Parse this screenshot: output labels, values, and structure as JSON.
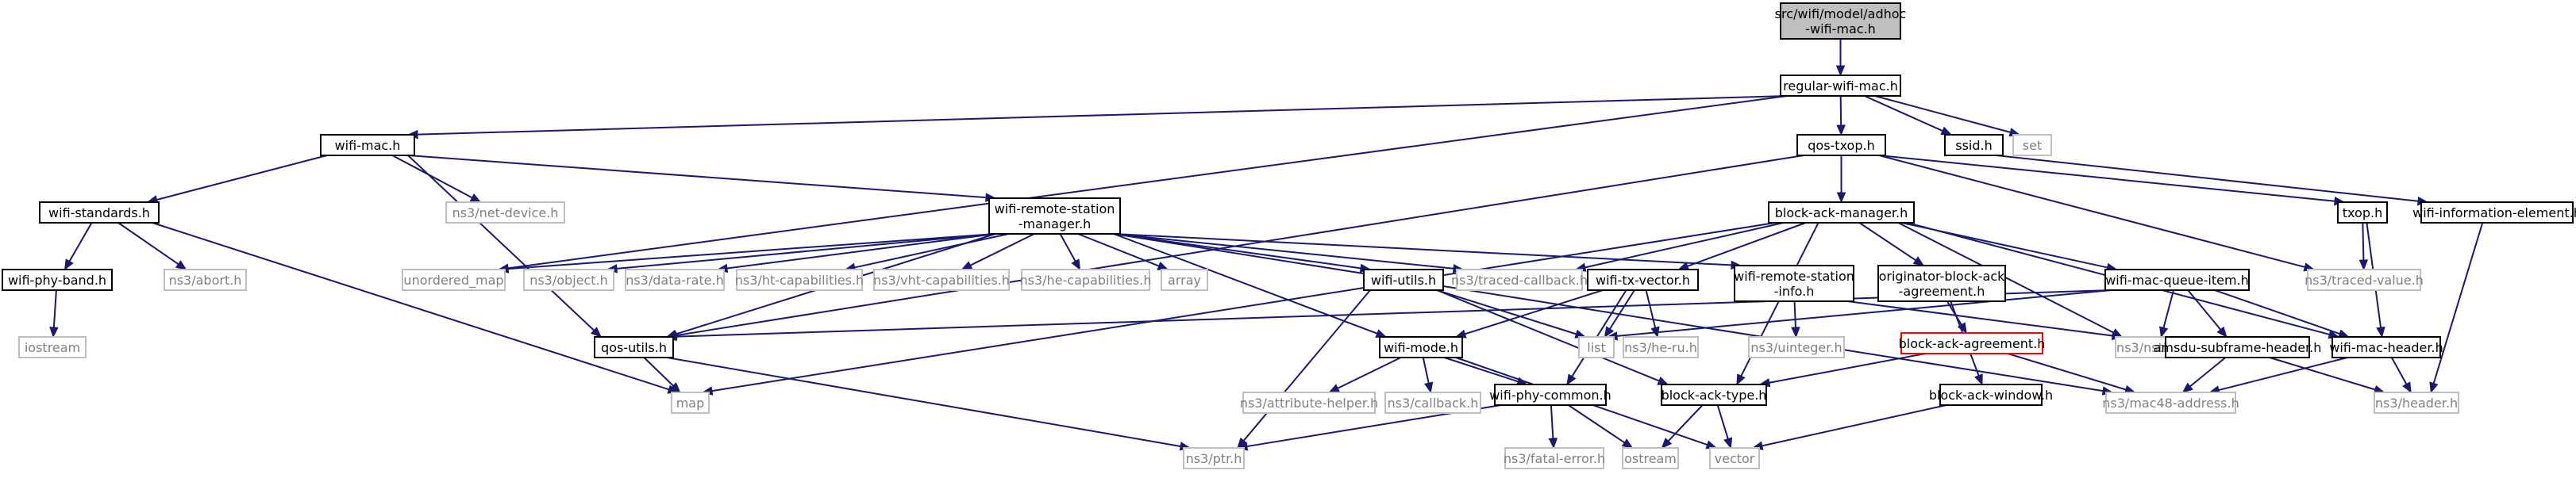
{
  "nodes": [
    {
      "id": "adhoc",
      "lines": [
        "src/wifi/model/adhoc",
        "-wifi-mac.h"
      ],
      "kind": "root"
    },
    {
      "id": "regular",
      "lines": [
        "regular-wifi-mac.h"
      ],
      "kind": "dep"
    },
    {
      "id": "wifimac",
      "lines": [
        "wifi-mac.h"
      ],
      "kind": "dep"
    },
    {
      "id": "qostxop",
      "lines": [
        "qos-txop.h"
      ],
      "kind": "dep"
    },
    {
      "id": "ssid",
      "lines": [
        "ssid.h"
      ],
      "kind": "dep"
    },
    {
      "id": "set",
      "lines": [
        "set"
      ],
      "kind": "ext"
    },
    {
      "id": "wifistd",
      "lines": [
        "wifi-standards.h"
      ],
      "kind": "dep"
    },
    {
      "id": "netdevice",
      "lines": [
        "ns3/net-device.h"
      ],
      "kind": "ext"
    },
    {
      "id": "wrsm",
      "lines": [
        "wifi-remote-station",
        "-manager.h"
      ],
      "kind": "dep"
    },
    {
      "id": "bam",
      "lines": [
        "block-ack-manager.h"
      ],
      "kind": "dep"
    },
    {
      "id": "txop",
      "lines": [
        "txop.h"
      ],
      "kind": "dep"
    },
    {
      "id": "wie",
      "lines": [
        "wifi-information-element.h"
      ],
      "kind": "dep"
    },
    {
      "id": "phyband",
      "lines": [
        "wifi-phy-band.h"
      ],
      "kind": "dep"
    },
    {
      "id": "abort",
      "lines": [
        "ns3/abort.h"
      ],
      "kind": "ext"
    },
    {
      "id": "umap",
      "lines": [
        "unordered_map"
      ],
      "kind": "ext"
    },
    {
      "id": "object",
      "lines": [
        "ns3/object.h"
      ],
      "kind": "ext"
    },
    {
      "id": "datarate",
      "lines": [
        "ns3/data-rate.h"
      ],
      "kind": "ext"
    },
    {
      "id": "htcap",
      "lines": [
        "ns3/ht-capabilities.h"
      ],
      "kind": "ext"
    },
    {
      "id": "vhtcap",
      "lines": [
        "ns3/vht-capabilities.h"
      ],
      "kind": "ext"
    },
    {
      "id": "hecap",
      "lines": [
        "ns3/he-capabilities.h"
      ],
      "kind": "ext"
    },
    {
      "id": "array",
      "lines": [
        "array"
      ],
      "kind": "ext"
    },
    {
      "id": "wifiutils",
      "lines": [
        "wifi-utils.h"
      ],
      "kind": "dep"
    },
    {
      "id": "tracedcb",
      "lines": [
        "ns3/traced-callback.h"
      ],
      "kind": "ext"
    },
    {
      "id": "txvector",
      "lines": [
        "wifi-tx-vector.h"
      ],
      "kind": "dep"
    },
    {
      "id": "wrsinfo",
      "lines": [
        "wifi-remote-station",
        "-info.h"
      ],
      "kind": "dep"
    },
    {
      "id": "oba",
      "lines": [
        "originator-block-ack",
        "-agreement.h"
      ],
      "kind": "dep"
    },
    {
      "id": "mqi",
      "lines": [
        "wifi-mac-queue-item.h"
      ],
      "kind": "dep"
    },
    {
      "id": "tracedval",
      "lines": [
        "ns3/traced-value.h"
      ],
      "kind": "ext"
    },
    {
      "id": "iostream",
      "lines": [
        "iostream"
      ],
      "kind": "ext"
    },
    {
      "id": "qosutils",
      "lines": [
        "qos-utils.h"
      ],
      "kind": "dep"
    },
    {
      "id": "wifimode",
      "lines": [
        "wifi-mode.h"
      ],
      "kind": "dep"
    },
    {
      "id": "list",
      "lines": [
        "list"
      ],
      "kind": "ext"
    },
    {
      "id": "heru",
      "lines": [
        "ns3/he-ru.h"
      ],
      "kind": "ext"
    },
    {
      "id": "uinteger",
      "lines": [
        "ns3/uinteger.h"
      ],
      "kind": "ext"
    },
    {
      "id": "baa",
      "lines": [
        "block-ack-agreement.h"
      ],
      "kind": "red"
    },
    {
      "id": "nstime",
      "lines": [
        "ns3/nstime.h"
      ],
      "kind": "ext"
    },
    {
      "id": "amsdu",
      "lines": [
        "amsdu-subframe-header.h"
      ],
      "kind": "dep"
    },
    {
      "id": "machdr",
      "lines": [
        "wifi-mac-header.h"
      ],
      "kind": "dep"
    },
    {
      "id": "map",
      "lines": [
        "map"
      ],
      "kind": "ext"
    },
    {
      "id": "attrhelper",
      "lines": [
        "ns3/attribute-helper.h"
      ],
      "kind": "ext"
    },
    {
      "id": "callback",
      "lines": [
        "ns3/callback.h"
      ],
      "kind": "ext"
    },
    {
      "id": "phycommon",
      "lines": [
        "wifi-phy-common.h"
      ],
      "kind": "dep"
    },
    {
      "id": "batype",
      "lines": [
        "block-ack-type.h"
      ],
      "kind": "dep"
    },
    {
      "id": "baw",
      "lines": [
        "block-ack-window.h"
      ],
      "kind": "dep"
    },
    {
      "id": "mac48",
      "lines": [
        "ns3/mac48-address.h"
      ],
      "kind": "ext"
    },
    {
      "id": "header",
      "lines": [
        "ns3/header.h"
      ],
      "kind": "ext"
    },
    {
      "id": "ptr",
      "lines": [
        "ns3/ptr.h"
      ],
      "kind": "ext"
    },
    {
      "id": "fatal",
      "lines": [
        "ns3/fatal-error.h"
      ],
      "kind": "ext"
    },
    {
      "id": "ostream",
      "lines": [
        "ostream"
      ],
      "kind": "ext"
    },
    {
      "id": "vector",
      "lines": [
        "vector"
      ],
      "kind": "ext"
    }
  ],
  "edges": [
    [
      "adhoc",
      "regular"
    ],
    [
      "regular",
      "wifimac"
    ],
    [
      "regular",
      "qostxop"
    ],
    [
      "regular",
      "ssid"
    ],
    [
      "regular",
      "set"
    ],
    [
      "regular",
      "umap"
    ],
    [
      "wifimac",
      "wifistd"
    ],
    [
      "wifimac",
      "netdevice"
    ],
    [
      "wifimac",
      "wrsm"
    ],
    [
      "wifimac",
      "qosutils"
    ],
    [
      "qostxop",
      "bam"
    ],
    [
      "qostxop",
      "txop"
    ],
    [
      "qostxop",
      "tracedval"
    ],
    [
      "qostxop",
      "qosutils"
    ],
    [
      "ssid",
      "wie"
    ],
    [
      "wifistd",
      "phyband"
    ],
    [
      "wifistd",
      "abort"
    ],
    [
      "wifistd",
      "map"
    ],
    [
      "phyband",
      "iostream"
    ],
    [
      "wrsm",
      "umap"
    ],
    [
      "wrsm",
      "object"
    ],
    [
      "wrsm",
      "datarate"
    ],
    [
      "wrsm",
      "htcap"
    ],
    [
      "wrsm",
      "vhtcap"
    ],
    [
      "wrsm",
      "hecap"
    ],
    [
      "wrsm",
      "array"
    ],
    [
      "wrsm",
      "wifiutils"
    ],
    [
      "wrsm",
      "tracedcb"
    ],
    [
      "wrsm",
      "wrsinfo"
    ],
    [
      "wrsm",
      "qosutils"
    ],
    [
      "wrsm",
      "wifimode"
    ],
    [
      "wrsm",
      "mac48"
    ],
    [
      "bam",
      "tracedcb"
    ],
    [
      "bam",
      "txvector"
    ],
    [
      "bam",
      "oba"
    ],
    [
      "bam",
      "mqi"
    ],
    [
      "bam",
      "nstime"
    ],
    [
      "bam",
      "machdr"
    ],
    [
      "bam",
      "batype"
    ],
    [
      "bam",
      "map"
    ],
    [
      "txop",
      "tracedval"
    ],
    [
      "txop",
      "machdr"
    ],
    [
      "wie",
      "header"
    ],
    [
      "wifiutils",
      "list"
    ],
    [
      "wifiutils",
      "ptr"
    ],
    [
      "wifiutils",
      "batype"
    ],
    [
      "txvector",
      "list"
    ],
    [
      "txvector",
      "heru"
    ],
    [
      "txvector",
      "wifimode"
    ],
    [
      "txvector",
      "phycommon"
    ],
    [
      "wrsinfo",
      "uinteger"
    ],
    [
      "wrsinfo",
      "nstime"
    ],
    [
      "oba",
      "baa"
    ],
    [
      "oba",
      "baw"
    ],
    [
      "mqi",
      "list"
    ],
    [
      "mqi",
      "nstime"
    ],
    [
      "mqi",
      "amsdu"
    ],
    [
      "mqi",
      "machdr"
    ],
    [
      "mqi",
      "qosutils"
    ],
    [
      "qosutils",
      "map"
    ],
    [
      "qosutils",
      "ptr"
    ],
    [
      "wifimode",
      "attrhelper"
    ],
    [
      "wifimode",
      "callback"
    ],
    [
      "wifimode",
      "phycommon"
    ],
    [
      "wifimode",
      "vector"
    ],
    [
      "baa",
      "batype"
    ],
    [
      "baa",
      "mac48"
    ],
    [
      "amsdu",
      "mac48"
    ],
    [
      "amsdu",
      "header"
    ],
    [
      "machdr",
      "mac48"
    ],
    [
      "machdr",
      "header"
    ],
    [
      "phycommon",
      "ptr"
    ],
    [
      "phycommon",
      "fatal"
    ],
    [
      "phycommon",
      "ostream"
    ],
    [
      "batype",
      "ostream"
    ],
    [
      "batype",
      "vector"
    ],
    [
      "baw",
      "vector"
    ]
  ]
}
